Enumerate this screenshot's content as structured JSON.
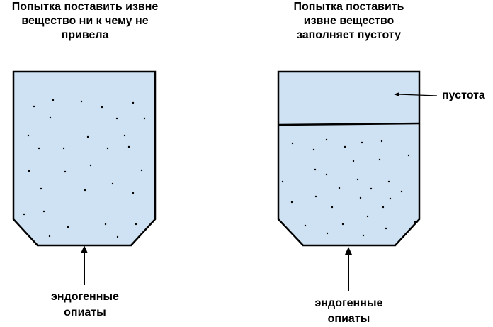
{
  "diagram": {
    "left": {
      "title": "Попытка поставить извне\nвещество ни к чему не\nпривела",
      "bottom_label": "эндогенные\nопиаты"
    },
    "right": {
      "title": "Попытка поставить\nизвне вещество\nзаполняет пустоту",
      "bottom_label": "эндогенные\nопиаты",
      "void_label": "пустота"
    },
    "colors": {
      "fill": "#cfe2f3",
      "stroke": "#000000"
    }
  }
}
